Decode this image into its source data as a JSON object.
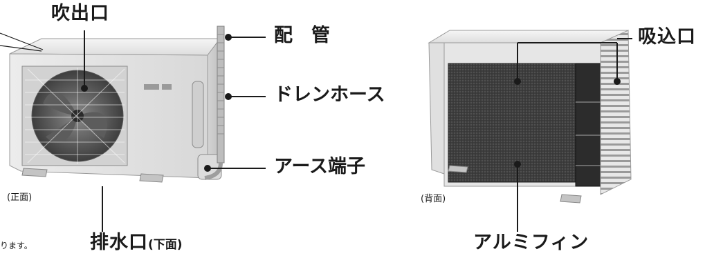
{
  "labels": {
    "outlet": "吹出口",
    "piping": "配　管",
    "drain_hose": "ドレンホース",
    "earth_terminal": "アース端子",
    "drain_outlet": "排水口",
    "drain_outlet_sub": "(下面)",
    "front": "(正面)",
    "intake": "吸込口",
    "aluminum_fin": "アルミフィン",
    "back": "(背面)",
    "note_fragment": "ります。"
  },
  "colors": {
    "line": "#1a1a1a",
    "body_light": "#f1f1f1",
    "body_mid": "#dcdcdc",
    "body_dark": "#b8b8b8",
    "fin_dark": "#3a3a3a",
    "panel_dark": "#2a2a2a"
  }
}
